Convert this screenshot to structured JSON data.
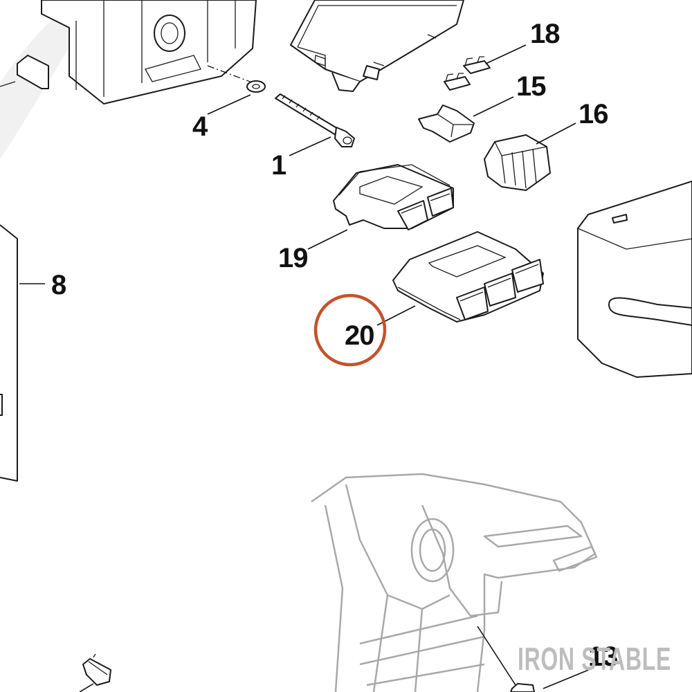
{
  "diagram": {
    "callouts": [
      {
        "key": "c1",
        "label": "1"
      },
      {
        "key": "c4",
        "label": "4"
      },
      {
        "key": "c8",
        "label": "8"
      },
      {
        "key": "c13",
        "label": "13"
      },
      {
        "key": "c15",
        "label": "15"
      },
      {
        "key": "c16",
        "label": "16"
      },
      {
        "key": "c18",
        "label": "18"
      },
      {
        "key": "c19",
        "label": "19"
      },
      {
        "key": "c20",
        "label": "20"
      }
    ],
    "highlighted_callout": "20",
    "highlight_color": "#c8502a",
    "watermark": "IRON STABLE"
  }
}
